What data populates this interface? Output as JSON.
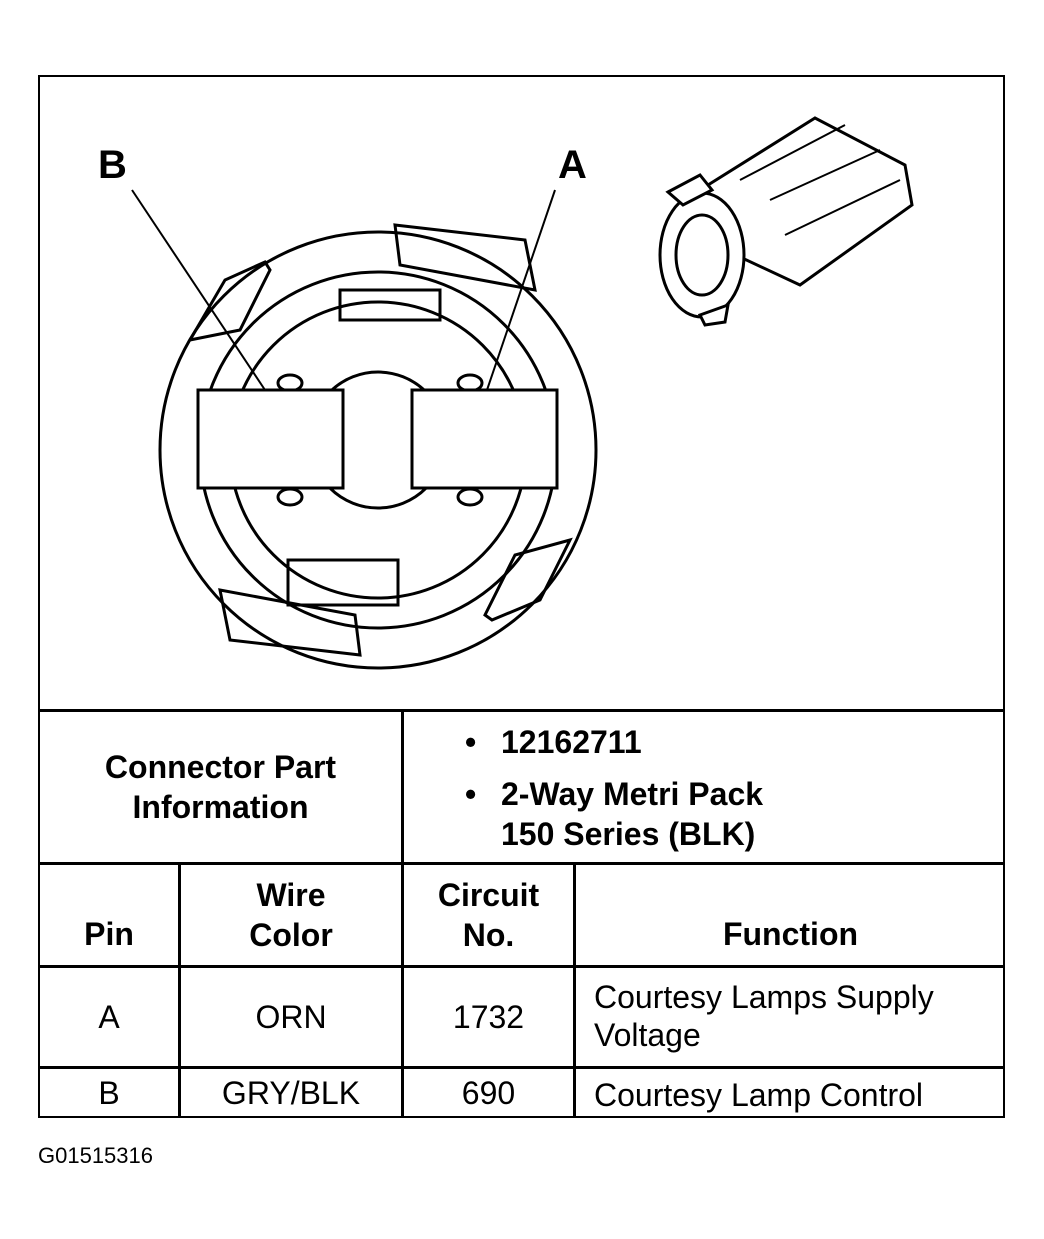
{
  "diagram": {
    "pin_labels": [
      "B",
      "A"
    ]
  },
  "connector_info": {
    "label": [
      "Connector Part",
      "Information"
    ],
    "bullets": [
      {
        "lines": [
          "12162711"
        ]
      },
      {
        "lines": [
          "2-Way Metri Pack",
          "150 Series (BLK)"
        ]
      }
    ]
  },
  "table": {
    "headers": {
      "pin": [
        "Pin"
      ],
      "wire_color": [
        "Wire",
        "Color"
      ],
      "circuit_no": [
        "Circuit",
        "No."
      ],
      "function": [
        "Function"
      ]
    },
    "rows": [
      {
        "pin": "A",
        "wire_color": "ORN",
        "circuit_no": "1732",
        "function": [
          "Courtesy Lamps Supply",
          "Voltage"
        ]
      },
      {
        "pin": "B",
        "wire_color": "GRY/BLK",
        "circuit_no": "690",
        "function": [
          "Courtesy Lamp Control"
        ]
      }
    ]
  },
  "figure_id": "G01515316"
}
